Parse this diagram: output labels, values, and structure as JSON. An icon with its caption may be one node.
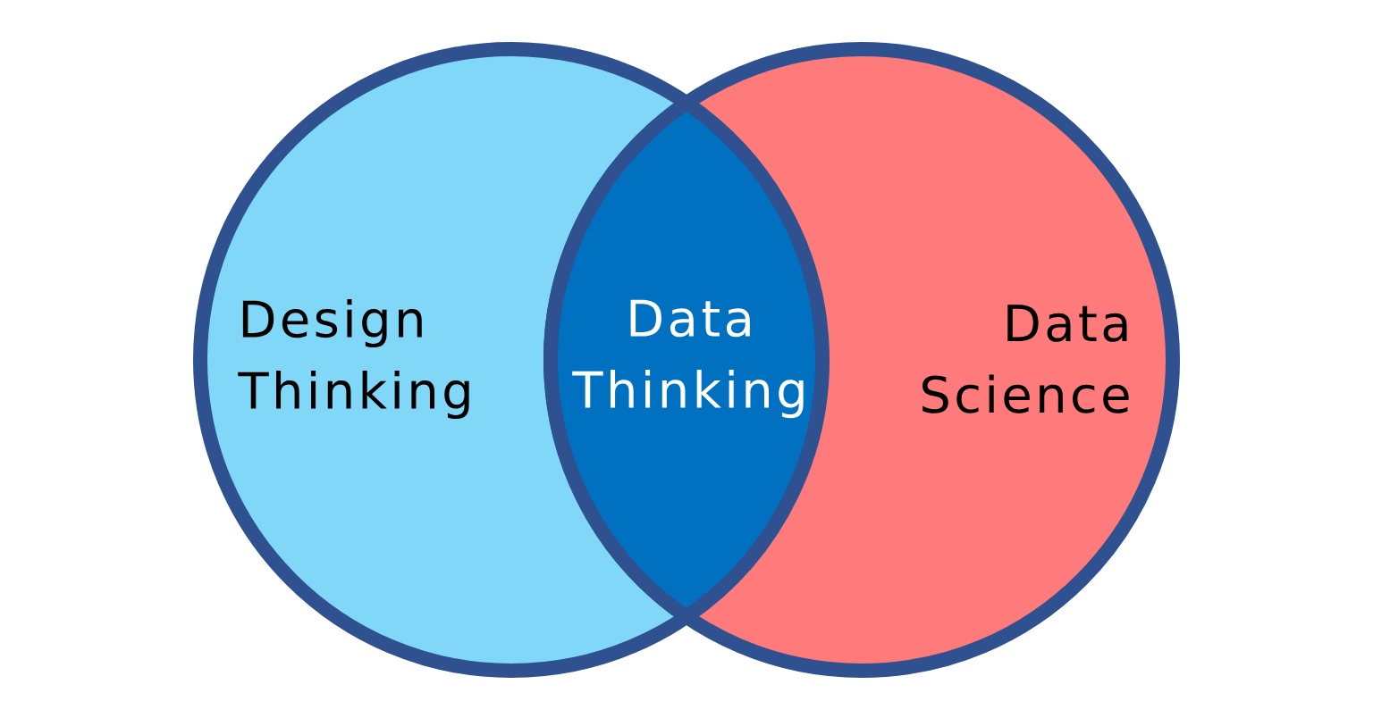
{
  "diagram": {
    "nodes": [
      {
        "text": [
          "Design Thinking"
        ]
      },
      {
        "text": [
          "Data Thinking"
        ]
      },
      {
        "text": [
          "Data Science"
        ]
      }
    ]
  }
}
